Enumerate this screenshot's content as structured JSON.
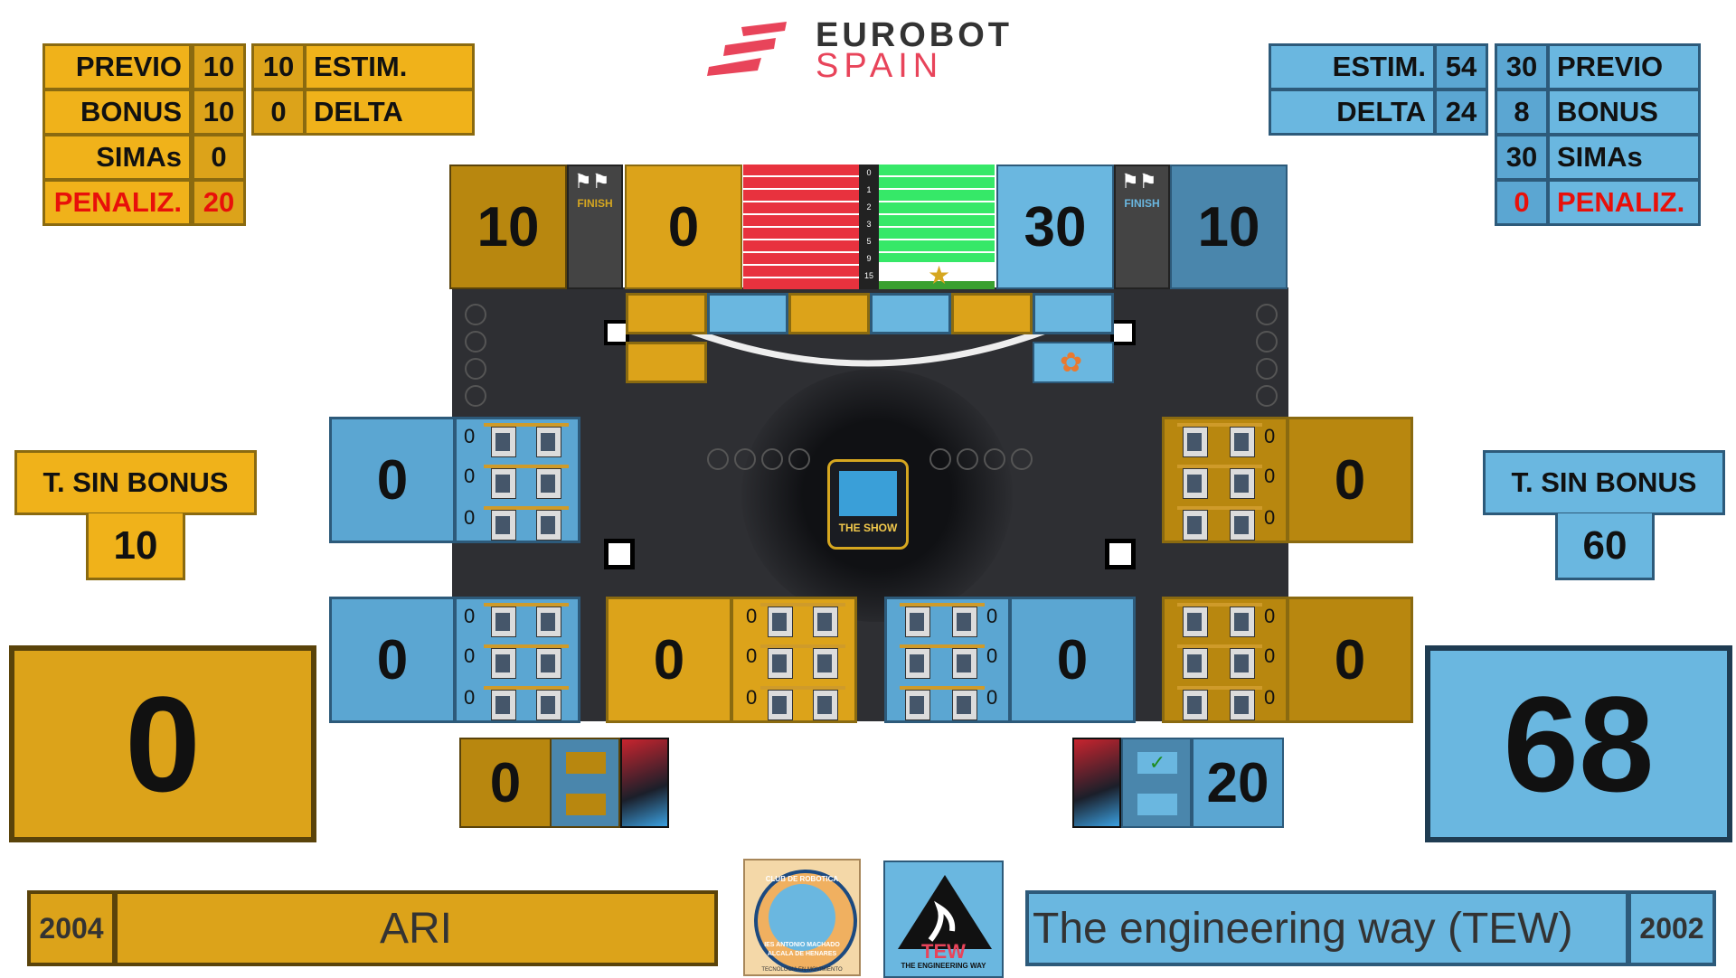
{
  "brand": {
    "line1": "EUROBOT",
    "line2": "SPAIN",
    "accent": "#e8445a"
  },
  "left_team": {
    "stats": {
      "previo_label": "PREVIO",
      "previo": "10",
      "bonus_label": "BONUS",
      "bonus": "10",
      "simas_label": "SIMAs",
      "simas": "0",
      "penaliz_label": "PENALIZ.",
      "penaliz": "20",
      "estim_label": "ESTIM.",
      "estim": "10",
      "delta_label": "DELTA",
      "delta": "0"
    },
    "top_score": "10",
    "top_score2": "0",
    "t_sin_bonus_label": "T. SIN BONUS",
    "t_sin_bonus": "10",
    "total": "0",
    "year": "2004",
    "name": "ARI",
    "bottom_score": "0",
    "color": "#f0b21a"
  },
  "right_team": {
    "stats": {
      "estim_label": "ESTIM.",
      "estim": "54",
      "delta_label": "DELTA",
      "delta": "24",
      "previo_label": "PREVIO",
      "previo": "30",
      "bonus_label": "BONUS",
      "bonus": "8",
      "simas_label": "SIMAs",
      "simas": "30",
      "penaliz_label": "PENALIZ.",
      "penaliz": "0"
    },
    "top_score": "30",
    "top_score2": "10",
    "t_sin_bonus_label": "T. SIN BONUS",
    "t_sin_bonus": "60",
    "total": "68",
    "year": "2002",
    "name": "The engineering way (TEW)",
    "bottom_score": "20",
    "check": "✓",
    "color": "#6ab7e0"
  },
  "finish_label": "FINISH",
  "ladder": [
    "0",
    "1",
    "2",
    "3",
    "5",
    "9",
    "15"
  ],
  "zones": {
    "mid_left": "0",
    "mid_right": "0",
    "low_1": "0",
    "low_2": "0",
    "low_3": "0",
    "low_4": "0",
    "counts": "0"
  },
  "logos": {
    "club_line1": "CLUB DE ROBOTICA",
    "club_line2": "IES ANTONIO MACHADO",
    "club_line3": "ALCALA DE HENARES",
    "club_line4": "TECNOLOGIA EN MOVIMIENTO",
    "tew": "TEW",
    "tew_sub": "THE ENGINEERING WAY",
    "show": "THE SHOW"
  }
}
